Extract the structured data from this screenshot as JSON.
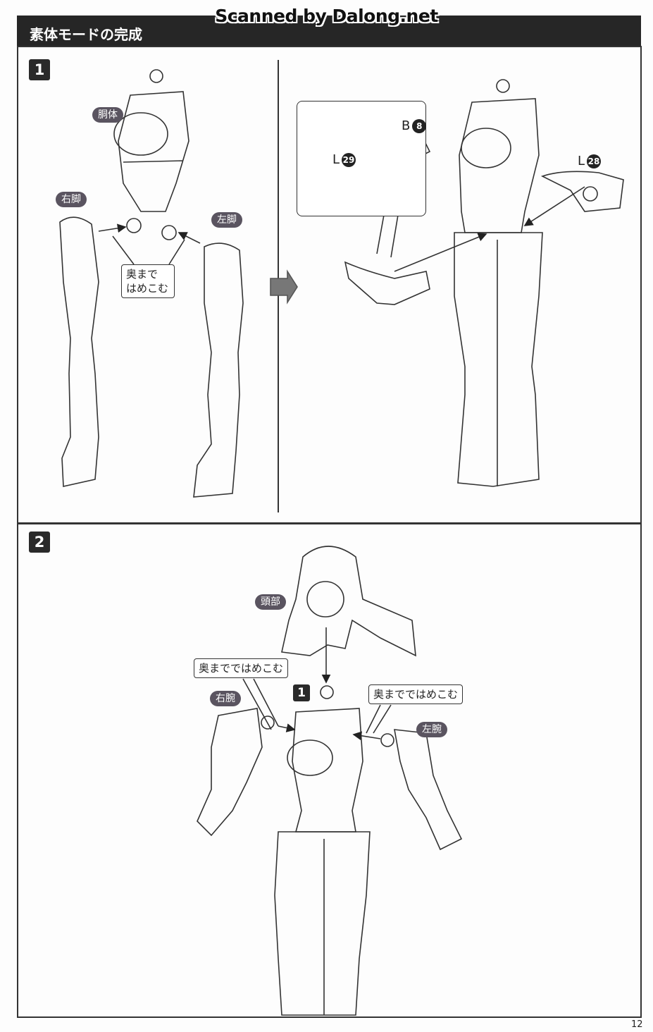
{
  "watermark": "Scanned by Dalong.net",
  "header": {
    "title": "素体モードの完成"
  },
  "steps": {
    "step1": {
      "number": "1",
      "labels": {
        "torso": "胴体",
        "right_leg": "右脚",
        "left_leg": "左脚"
      },
      "callout": {
        "line1": "奥まで",
        "line2": "はめこむ"
      },
      "parts": {
        "b8": {
          "letter": "B",
          "num": "8"
        },
        "l29": {
          "letter": "L",
          "num": "29"
        },
        "l28": {
          "letter": "L",
          "num": "28"
        }
      }
    },
    "step2": {
      "number": "2",
      "labels": {
        "head": "頭部",
        "right_arm": "右腕",
        "left_arm": "左腕"
      },
      "callout_left": "奥までではめこむ",
      "callout_right": "奥までではめこむ",
      "ref_step": "1"
    }
  },
  "page_number": "12"
}
